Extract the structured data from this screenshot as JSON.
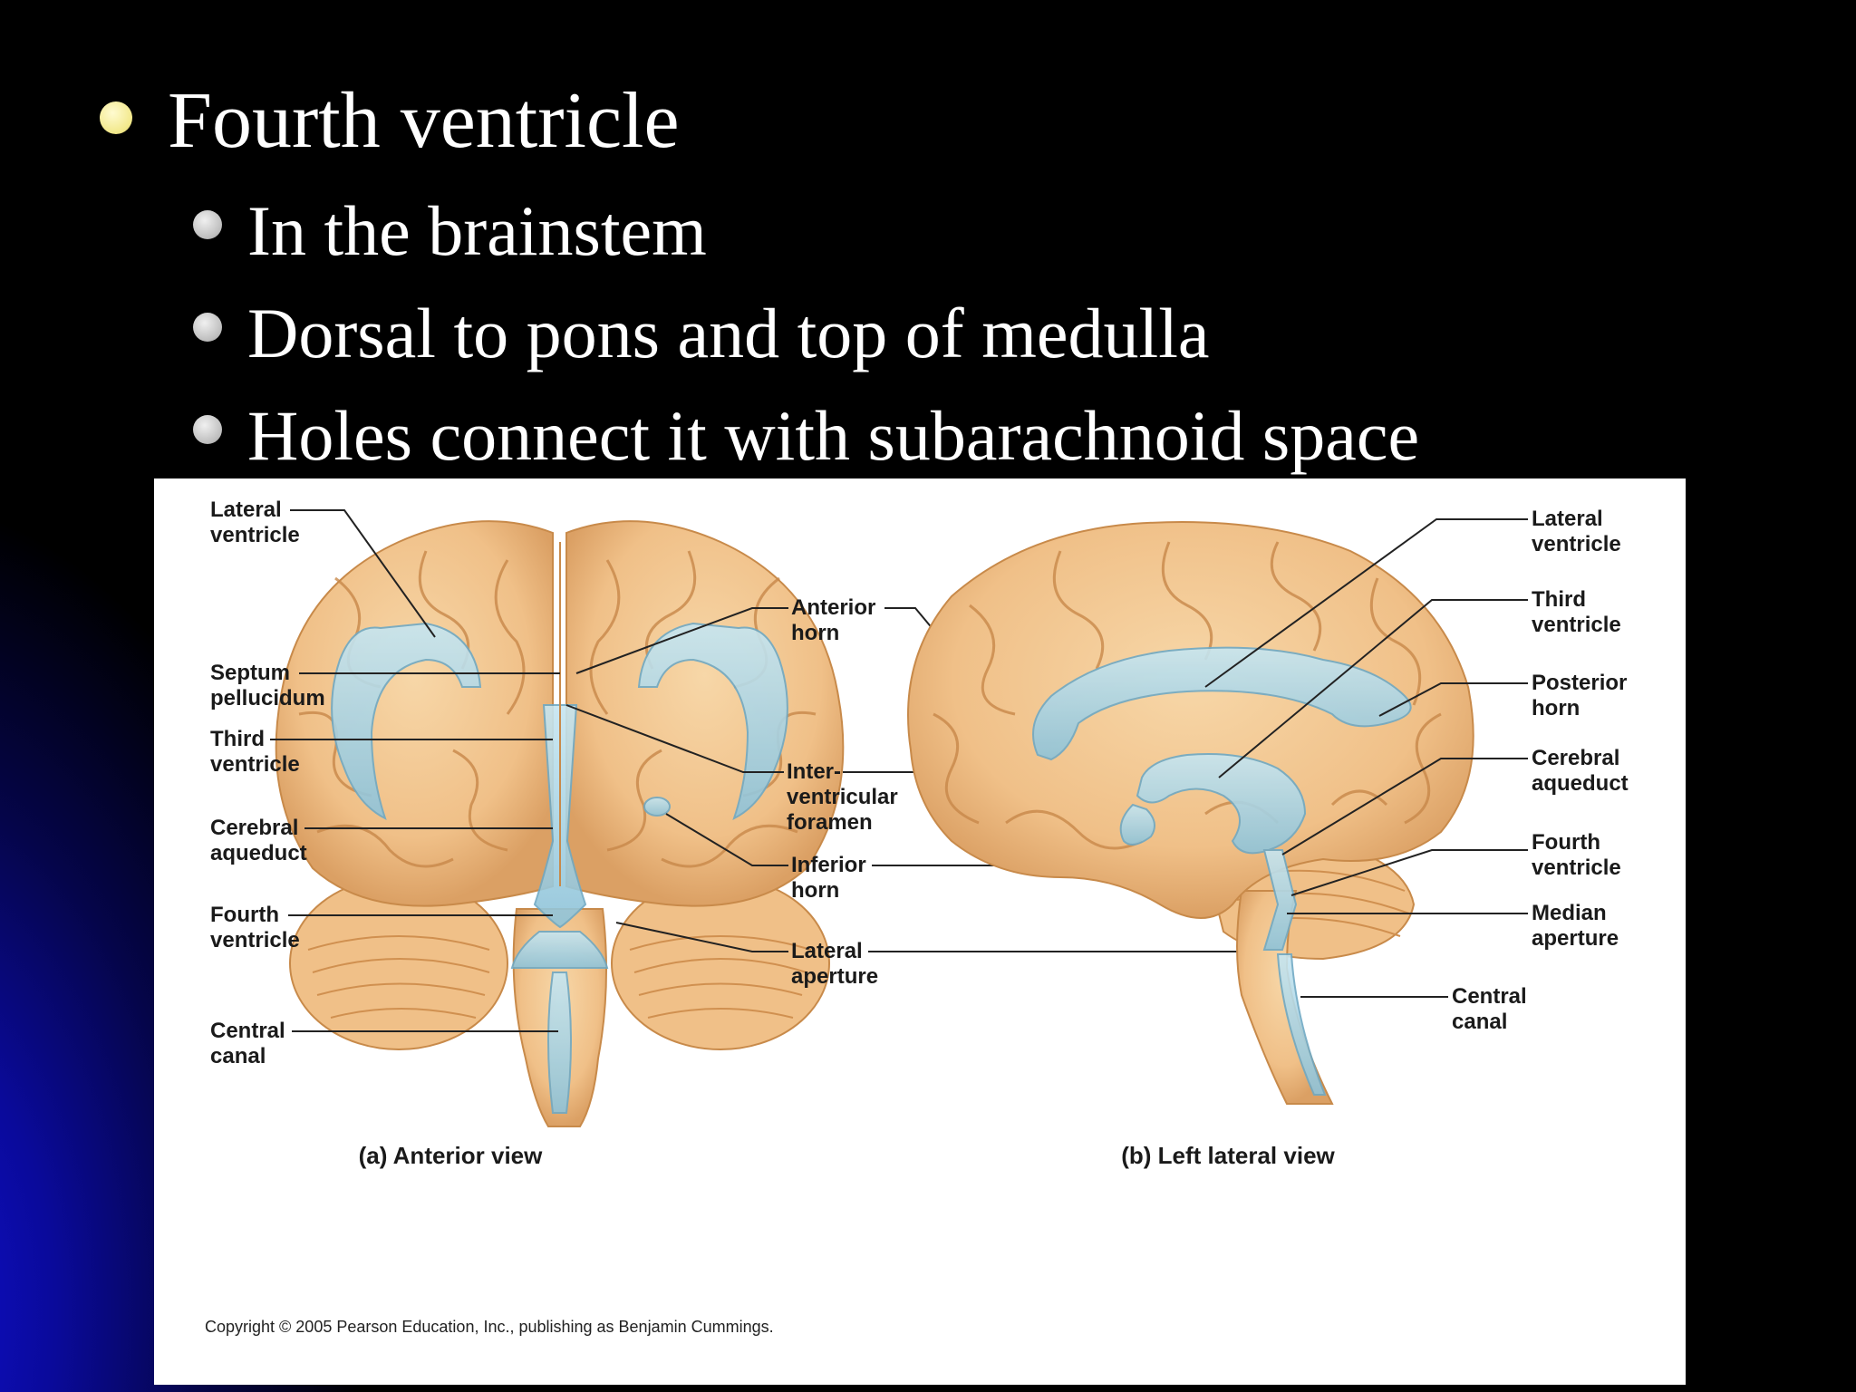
{
  "slide": {
    "bullet_main": "Fourth ventricle",
    "sub_bullets": [
      "In the brainstem",
      "Dorsal to pons and top of medulla",
      "Holes connect it with subarachnoid space"
    ]
  },
  "figure": {
    "anterior_labels": {
      "lateral_ventricle": [
        "Lateral",
        "ventricle"
      ],
      "septum_pellucidum": [
        "Septum",
        "pellucidum"
      ],
      "third_ventricle": [
        "Third",
        "ventricle"
      ],
      "cerebral_aqueduct": [
        "Cerebral",
        "aqueduct"
      ],
      "fourth_ventricle": [
        "Fourth",
        "ventricle"
      ],
      "central_canal": [
        "Central",
        "canal"
      ]
    },
    "center_labels": {
      "anterior_horn": [
        "Anterior",
        "horn"
      ],
      "interventricular_foramen": [
        "Inter-",
        "ventricular",
        "foramen"
      ],
      "inferior_horn": [
        "Inferior",
        "horn"
      ],
      "lateral_aperture": [
        "Lateral",
        "aperture"
      ]
    },
    "lateral_labels": {
      "lateral_ventricle": [
        "Lateral",
        "ventricle"
      ],
      "third_ventricle": [
        "Third",
        "ventricle"
      ],
      "posterior_horn": [
        "Posterior",
        "horn"
      ],
      "cerebral_aqueduct": [
        "Cerebral",
        "aqueduct"
      ],
      "fourth_ventricle": [
        "Fourth",
        "ventricle"
      ],
      "median_aperture": [
        "Median",
        "aperture"
      ],
      "central_canal": [
        "Central",
        "canal"
      ]
    },
    "caption_a": "(a) Anterior view",
    "caption_b": "(b) Left lateral view",
    "copyright": "Copyright © 2005 Pearson Education, Inc., publishing as Benjamin Cummings.",
    "colors": {
      "brain": "#f2c894",
      "brain_dark": "#d99a58",
      "ventricle": "#a8d4e6",
      "ventricle_edge": "#6fa9c4"
    }
  }
}
